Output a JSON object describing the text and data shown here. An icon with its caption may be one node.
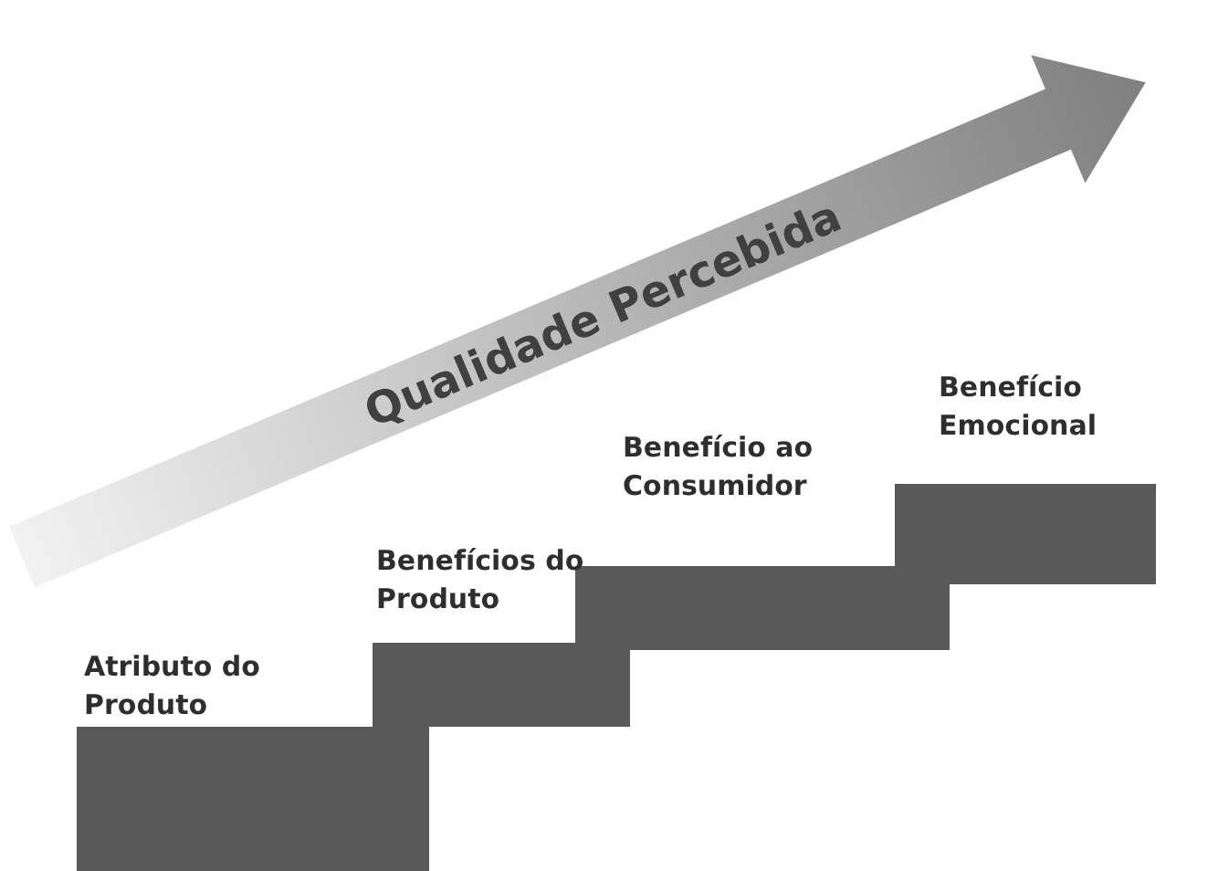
{
  "diagram": {
    "nodes": [
      {
        "text": [
          "Atributo do Produto"
        ]
      },
      {
        "text": [
          "Benefícios do Produto"
        ]
      },
      {
        "text": [
          "Benefício ao Consumidor"
        ]
      },
      {
        "text": [
          "Benefício Emocional"
        ]
      }
    ],
    "labels": [
      "Qualidade Percebida"
    ]
  }
}
